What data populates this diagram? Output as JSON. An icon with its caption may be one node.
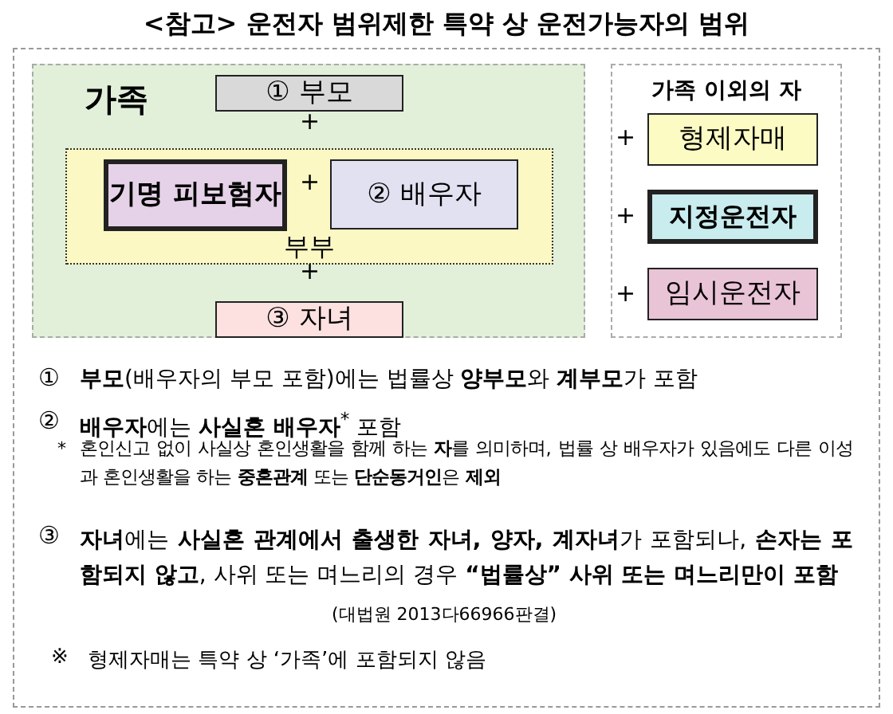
{
  "diagram": {
    "title": "<참고> 운전자 범위제한 특약 상 운전가능자의 범위",
    "nodes": [
      {
        "text": [
          "가족"
        ]
      },
      {
        "text": [
          "① 부모"
        ],
        "in": 0
      },
      {
        "text": [
          "부부"
        ],
        "in": 0
      },
      {
        "text": [
          "기명 피보험자"
        ],
        "in": 2
      },
      {
        "text": [
          "② 배우자"
        ],
        "in": 2
      },
      {
        "text": [
          "③ 자녀"
        ],
        "in": 0
      },
      {
        "text": [
          "가족 이외의 자"
        ]
      },
      {
        "text": [
          "형제자매"
        ],
        "in": 6
      },
      {
        "text": [
          "지정운전자"
        ],
        "in": 6
      },
      {
        "text": [
          "임시운전자"
        ],
        "in": 6
      }
    ],
    "edges": [],
    "labels": [
      "+",
      "+",
      "+",
      "+",
      "+",
      "+",
      "①",
      "**부모**(배우자의 부모 포함)에는 법률상 **양부모**와 **계부모**가 포함",
      "②",
      "**배우자**에는 **사실혼 배우자**$^{*}$ 포함",
      "*",
      "혼인신고 없이 사실상 혼인생활을 함께 하는 **자**를 의미하며, 법률 상 배우자가 있음에도 다른 이성과 혼인생활을 하는 **중혼관계** 또는 **단순동거인**은 **제외**",
      "③",
      "**자녀**에는 **사실혼 관계에서 출생한 자녀, 양자, 계자녀**가 포함되나, **손자는 포함되지 않고**, 사위 또는 며느리의 경우 **“법률상” 사위 또는 며느리만이 포함**",
      "(대법원 2013다66966판결)",
      "※",
      "형제자매는 특약 상 ‘가족’에 포함되지 않음"
    ]
  }
}
